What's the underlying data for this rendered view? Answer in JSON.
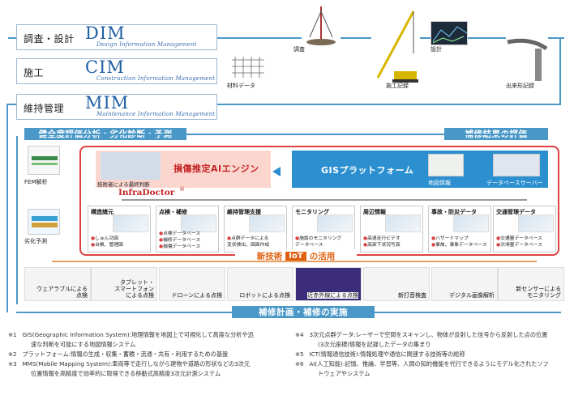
{
  "stages": [
    {
      "jp": "調査・設計",
      "abbr": "DIM",
      "full": "Design Information Management"
    },
    {
      "jp": "施工",
      "abbr": "CIM",
      "full": "Construction Information Management"
    },
    {
      "jp": "維持管理",
      "abbr": "MIM",
      "full": "Maintenance Information Management"
    }
  ],
  "top_photos": {
    "survey": "調査",
    "design": "設計",
    "material": "材料データ",
    "construction_record": "施工記録",
    "asbuilt_record": "出来形記録"
  },
  "banners": {
    "left_top": "健全度評価分析・劣化診断・予測",
    "right_top": "補修結果の評価",
    "bottom": "補修計画・補修の実施"
  },
  "left_column": {
    "fem": "FEM解析",
    "deterioration": "劣化予測"
  },
  "engine": {
    "title": "損傷推定AIエンジン",
    "engineer_caption": "技術者による最終判断"
  },
  "gis": {
    "title": "GISプラットフォーム",
    "map": "地図情報",
    "db": "データベースサーバー"
  },
  "infradoctor": "InfraDoctor",
  "infradoctor_mark": "®",
  "cards": [
    {
      "title": "構造諸元",
      "l1": "しゅん功図",
      "l2": "台帳、管理図"
    },
    {
      "title": "点検・補修",
      "l1": "点検データベース",
      "l2": "補修データベース",
      "l3": "損傷データベース"
    },
    {
      "title": "維持管理支援",
      "l1": "点群データによる",
      "l2": "変状検出、図面作成"
    },
    {
      "title": "モニタリング",
      "l1": "施設のモニタリング",
      "l2": "データベース"
    },
    {
      "title": "周辺情報",
      "l1": "高速走行ビデオ",
      "l2": "高架下状況写真"
    },
    {
      "title": "事故・防災データ",
      "l1": "ハザードマップ",
      "l2": "事故、事象データベース"
    },
    {
      "title": "交通管理データ",
      "l1": "交通量データベース",
      "l2": "渋滞量データベース"
    }
  ],
  "new_tech": {
    "pre": "新技術",
    "iot": "IoT",
    "post": "の活用"
  },
  "ict": [
    {
      "l1": "ウェアラブルによる",
      "l2": "点検"
    },
    {
      "l1": "タブレット・",
      "l2": "スマートフォン",
      "l3": "による点検"
    },
    {
      "l1": "ドローンによる点検",
      "l2": ""
    },
    {
      "l1": "ロボットによる点検",
      "l2": ""
    },
    {
      "l1": "近赤外線による点検",
      "l2": ""
    },
    {
      "l1": "新打音検査",
      "l2": ""
    },
    {
      "l1": "デジタル画像解析",
      "l2": ""
    },
    {
      "l1": "新センサーによる",
      "l2": "モニタリング"
    }
  ],
  "notes": [
    {
      "k": "※1",
      "t": "GIS(Geographic Information System):地理情報を地図上で可視化して高度な分析や迅",
      "t2": "速な判断を可能にする地図情報システム"
    },
    {
      "k": "※2",
      "t": "プラットフォーム:情報の生成・収集・蓄積・流通・共有・利用するための基盤"
    },
    {
      "k": "※3",
      "t": "MMS(Mobile Mapping System):車両等で走行しながら建物や道路の形状などの3次元",
      "t2": "位置情報を高精度で効率的に取得できる移動式高精度3次元計測システム"
    },
    {
      "k": "※4",
      "t": "3次元点群データ:レーザーで空間をスキャンし、物体が反射した信号から反射した点の位置",
      "t2": "(3次元座標)情報を記録したデータの集まり"
    },
    {
      "k": "※5",
      "t": "ICT(情報通信技術):情報処理や通信に関連する技術等の総称"
    },
    {
      "k": "※6",
      "t": "AI(人工知能):記憶、推論、学習等、人間の知的機能を代行できるようにモデル化されたソフ",
      "t2": "トウェアやシステム"
    }
  ],
  "colors": {
    "accent": "#1f5fa3",
    "banner": "#4a98c8",
    "frame_red": "#e04040",
    "engine_bg": "#fbd6cf",
    "gis": "#2b8fd0"
  }
}
